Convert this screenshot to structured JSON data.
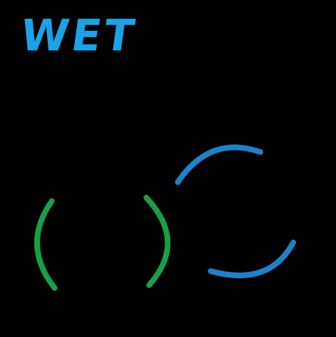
{
  "title": {
    "text": "WET",
    "color": "#1aa3e8"
  },
  "colors": {
    "background": "#000000",
    "green_arcs": "#16a048",
    "blue_arcs": "#1e82c8"
  },
  "shapes": [
    {
      "name": "green-left-parenthesis-arc",
      "color_key": "green_arcs"
    },
    {
      "name": "green-right-parenthesis-arc",
      "color_key": "green_arcs"
    },
    {
      "name": "blue-upper-arc",
      "color_key": "blue_arcs"
    },
    {
      "name": "blue-lower-arc",
      "color_key": "blue_arcs"
    }
  ]
}
